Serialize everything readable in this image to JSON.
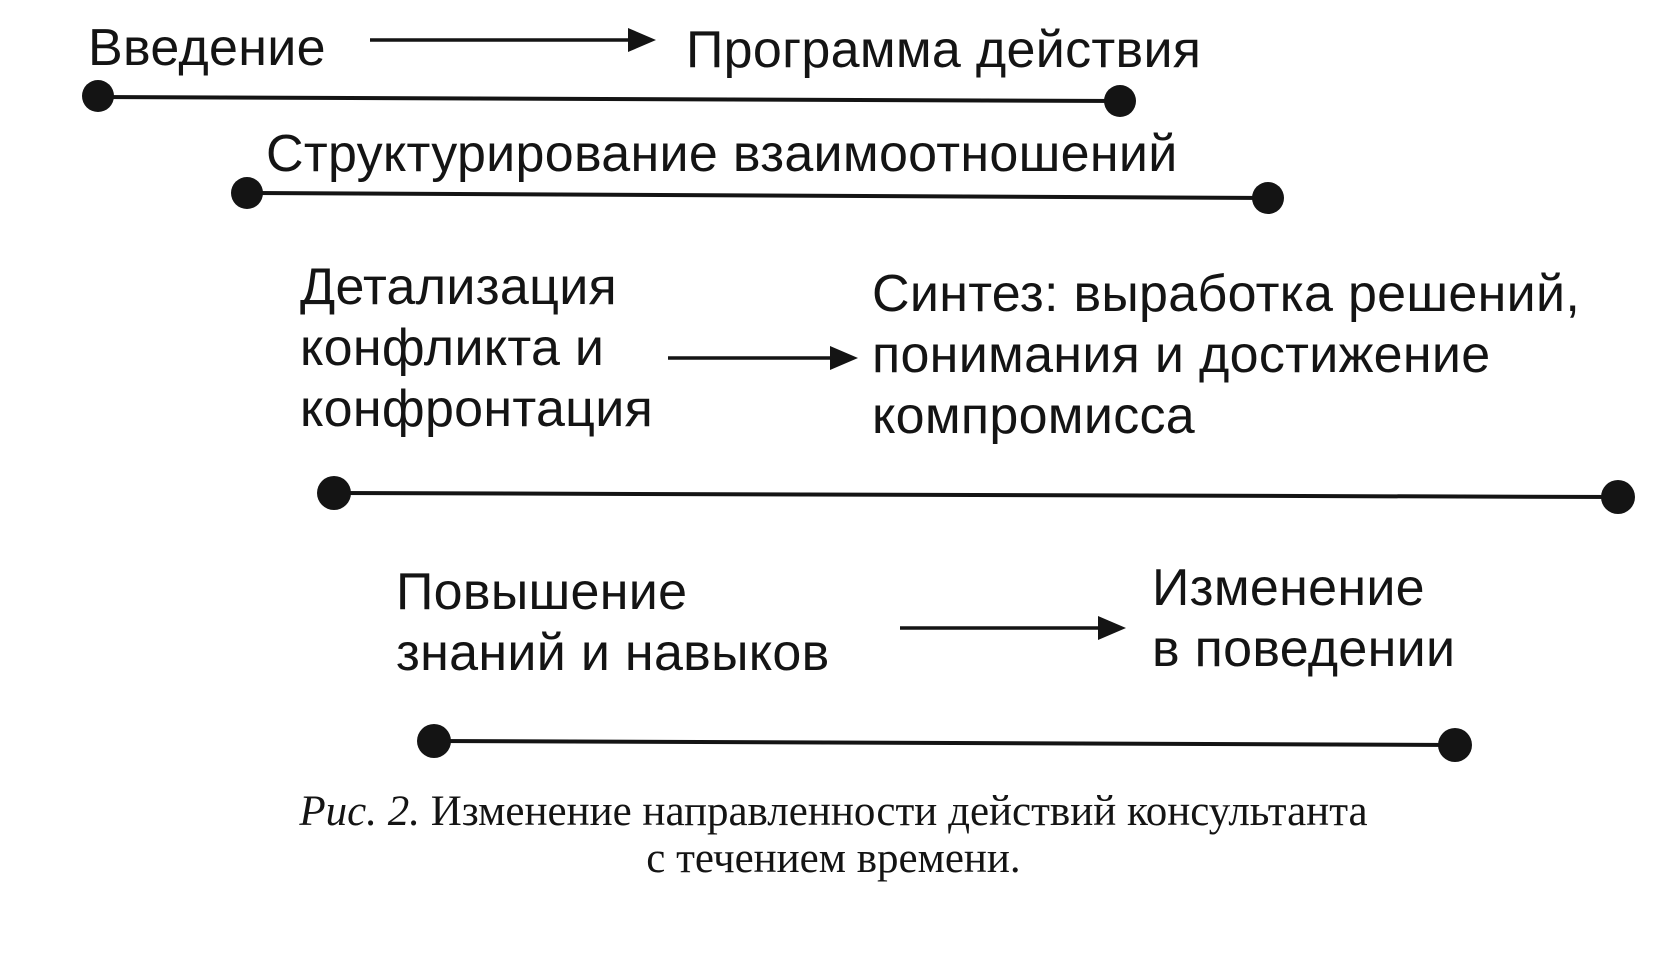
{
  "diagram": {
    "row1": {
      "left": "Введение",
      "right": "Программа действия"
    },
    "row2": {
      "title": "Структурирование взаимоотношений"
    },
    "row3": {
      "left": [
        "Детализация",
        "конфликта и",
        "конфронтация"
      ],
      "right": [
        "Синтез: выработка решений,",
        "понимания и достижение",
        "компромисса"
      ]
    },
    "row4": {
      "left": [
        "Повышение",
        "знаний и навыков"
      ],
      "right": [
        "Изменение",
        "в поведении"
      ]
    }
  },
  "caption": {
    "label": "Рис. 2.",
    "line1": "Изменение направленности действий консультанта",
    "line2": "с течением времени."
  },
  "colors": {
    "ink": "#141414",
    "paper": "#ffffff"
  }
}
